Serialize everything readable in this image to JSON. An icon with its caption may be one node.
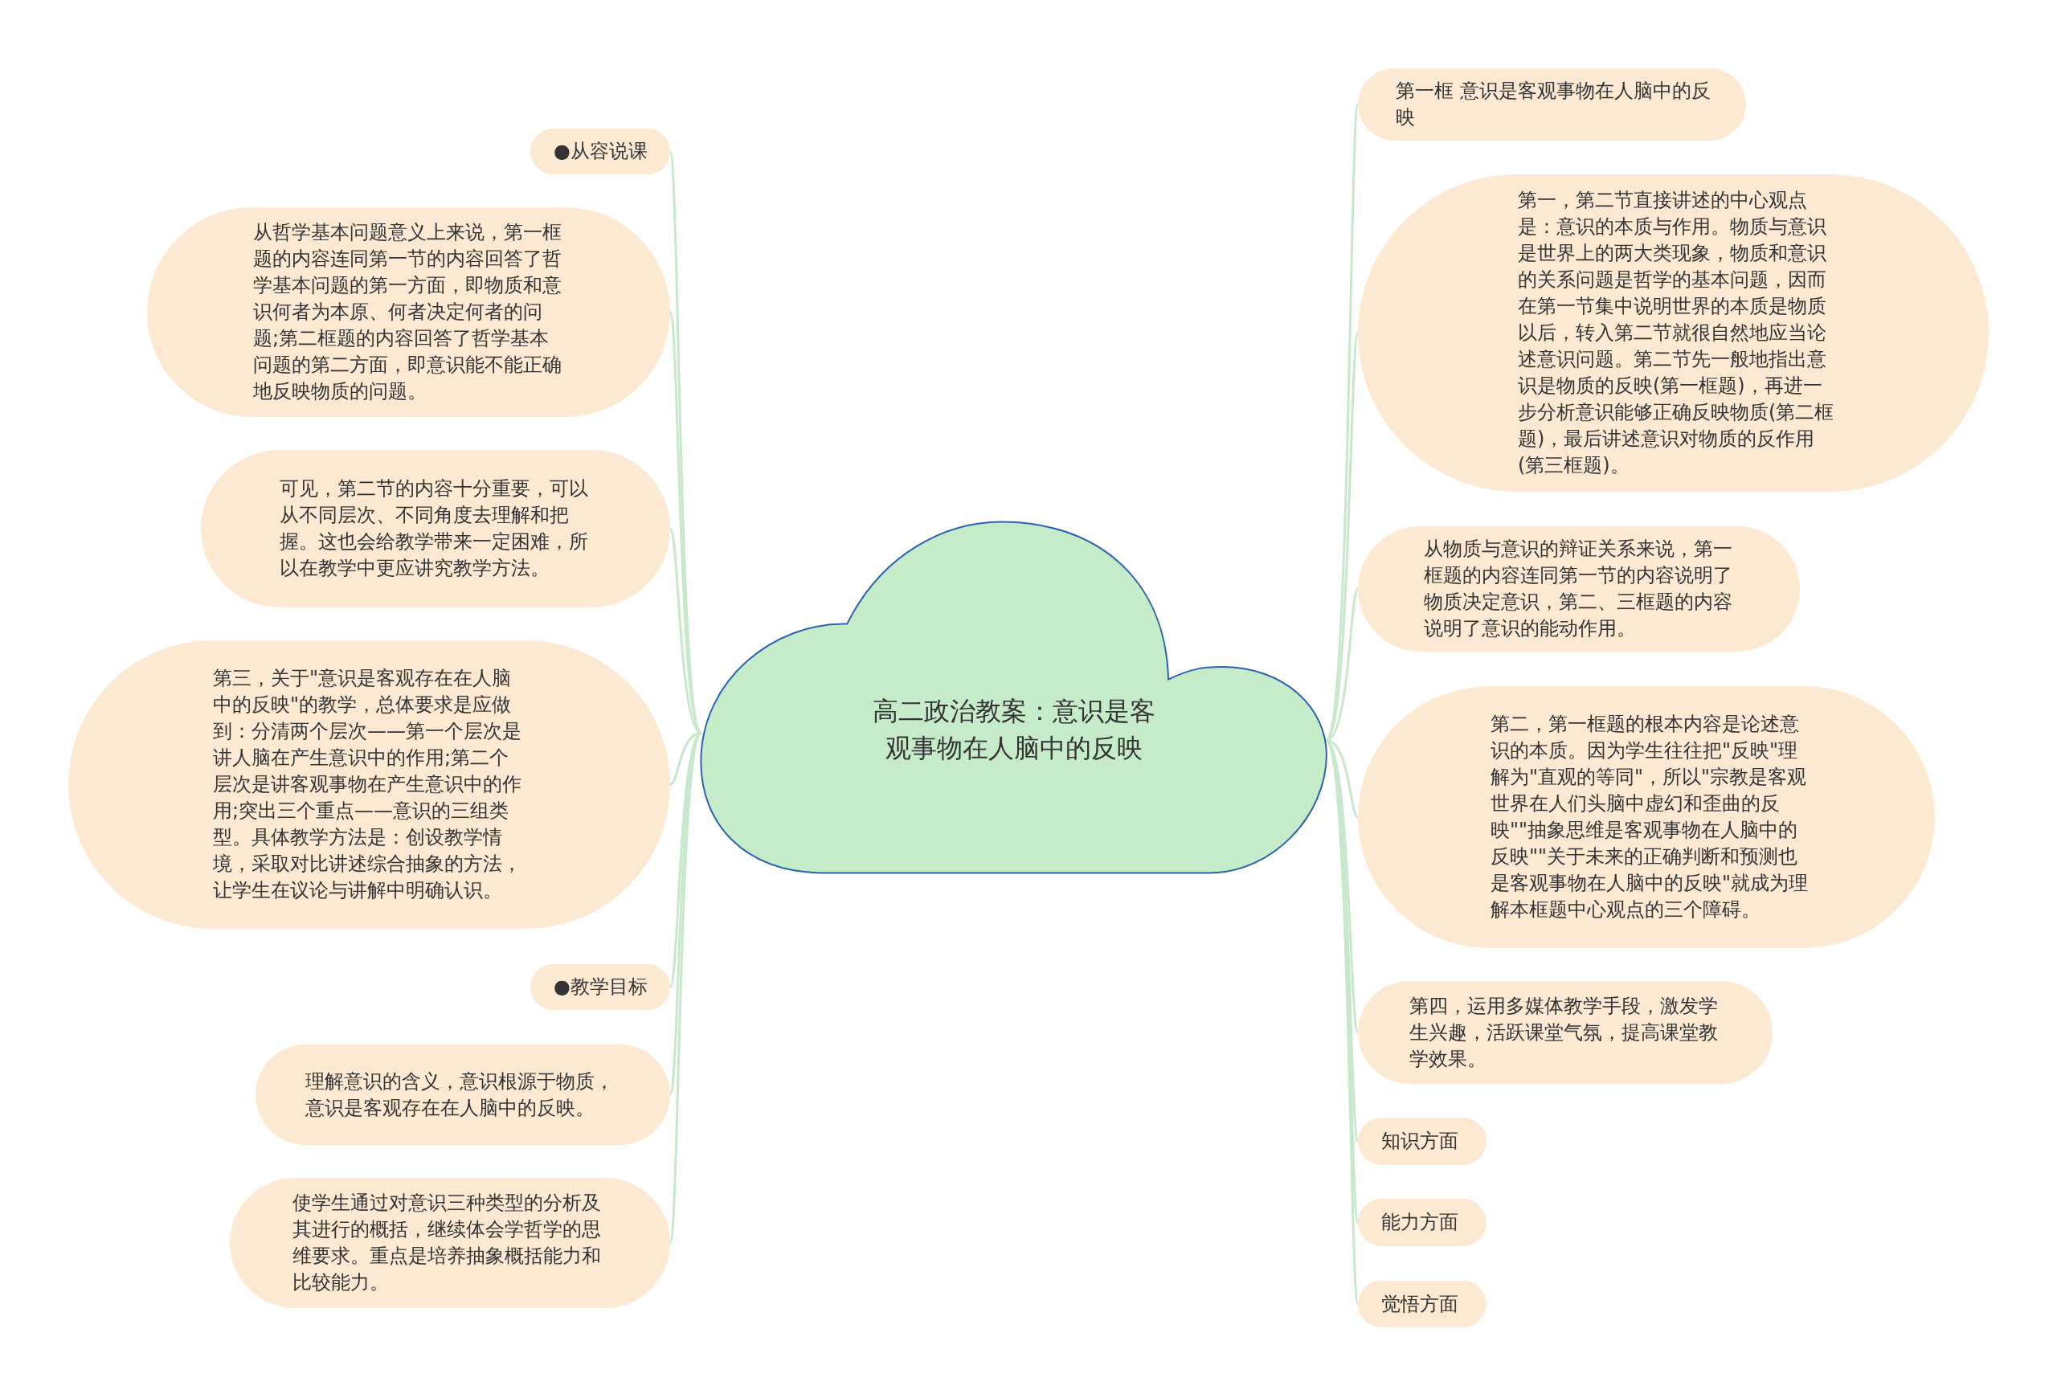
{
  "diagram": {
    "nodes": [
      {
        "text": [
          "高二政治教案：意识是客观事物在人脑中的反映"
        ]
      },
      {
        "text": [
          "●从容说课"
        ]
      },
      {
        "text": [
          "从哲学基本问题意义上来说，第一框题的内容连同第一节的内容回答了哲学基本问题的第一方面，即物质和意识何者为本原、何者决定何者的问题;第二框题的内容回答了哲学基本问题的第二方面，即意识能不能正确地反映物质的问题。"
        ]
      },
      {
        "text": [
          "可见，第二节的内容十分重要，可以从不同层次、不同角度去理解和把握。这也会给教学带来一定困难，所以在教学中更应讲究教学方法。"
        ]
      },
      {
        "text": [
          "第三，关于\"意识是客观存在在人脑中的反映\"的教学，总体要求是应做到：分清两个层次——第一个层次是讲人脑在产生意识中的作用;第二个层次是讲客观事物在产生意识中的作用;突出三个重点——意识的三组类型。具体教学方法是：创设教学情境，采取对比讲述综合抽象的方法，让学生在议论与讲解中明确认识。"
        ]
      },
      {
        "text": [
          "●教学目标"
        ]
      },
      {
        "text": [
          "理解意识的含义，意识根源于物质，意识是客观存在在人脑中的反映。"
        ]
      },
      {
        "text": [
          "使学生通过对意识三种类型的分析及其进行的概括，继续体会学哲学的思维要求。重点是培养抽象概括能力和比较能力。"
        ]
      },
      {
        "text": [
          "第一框 意识是客观事物在人脑中的反映"
        ]
      },
      {
        "text": [
          "第一，第二节直接讲述的中心观点是：意识的本质与作用。物质与意识是世界上的两大类现象，物质和意识的关系问题是哲学的基本问题，因而在第一节集中说明世界的本质是物质以后，转入第二节就很自然地应当论述意识问题。第二节先一般地指出意识是物质的反映(第一框题)，再进一步分析意识能够正确反映物质(第二框题)，最后讲述意识对物质的反作用(第三框题)。"
        ]
      },
      {
        "text": [
          "从物质与意识的辩证关系来说，第一框题的内容连同第一节的内容说明了物质决定意识，第二、三框题的内容说明了意识的能动作用。"
        ]
      },
      {
        "text": [
          "第二，第一框题的根本内容是论述意识的本质。因为学生往往把\"反映\"理解为\"直观的等同\"，所以\"宗教是客观世界在人们头脑中虚幻和歪曲的反映\"\"抽象思维是客观事物在人脑中的反映\"\"关于未来的正确判断和预测也是客观事物在人脑中的反映\"就成为理解本框题中心观点的三个障碍。"
        ]
      },
      {
        "text": [
          "第四，运用多媒体教学手段，激发学生兴趣，活跃课堂气氛，提高课堂教学效果。"
        ]
      },
      {
        "text": [
          "知识方面"
        ]
      },
      {
        "text": [
          "能力方面"
        ]
      },
      {
        "text": [
          "觉悟方面"
        ]
      }
    ],
    "edges": [
      {
        "from": 0,
        "to": 1,
        "arrow": "none"
      },
      {
        "from": 0,
        "to": 2,
        "arrow": "none"
      },
      {
        "from": 0,
        "to": 3,
        "arrow": "none"
      },
      {
        "from": 0,
        "to": 4,
        "arrow": "none"
      },
      {
        "from": 0,
        "to": 5,
        "arrow": "none"
      },
      {
        "from": 0,
        "to": 6,
        "arrow": "none"
      },
      {
        "from": 0,
        "to": 7,
        "arrow": "none"
      },
      {
        "from": 0,
        "to": 8,
        "arrow": "none"
      },
      {
        "from": 0,
        "to": 9,
        "arrow": "none"
      },
      {
        "from": 0,
        "to": 10,
        "arrow": "none"
      },
      {
        "from": 0,
        "to": 11,
        "arrow": "none"
      },
      {
        "from": 0,
        "to": 12,
        "arrow": "none"
      },
      {
        "from": 0,
        "to": 13,
        "arrow": "none"
      },
      {
        "from": 0,
        "to": 14,
        "arrow": "none"
      },
      {
        "from": 0,
        "to": 15,
        "arrow": "none"
      }
    ]
  }
}
